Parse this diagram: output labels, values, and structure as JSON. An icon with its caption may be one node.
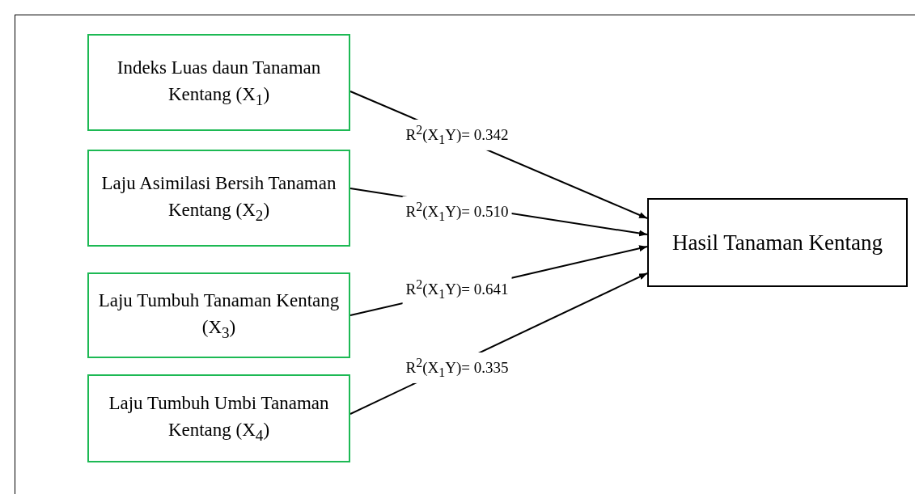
{
  "diagram": {
    "nodes": [
      {
        "text": [
          "Indeks Luas daun Tanaman Kentang (X$_{1}$)"
        ]
      },
      {
        "text": [
          "Laju Asimilasi Bersih Tanaman Kentang (X$_{2}$)"
        ]
      },
      {
        "text": [
          "Laju Tumbuh Tanaman Kentang (X$_{3}$)"
        ]
      },
      {
        "text": [
          "Laju Tumbuh Umbi Tanaman Kentang (X$_{4}$)"
        ]
      },
      {
        "text": [
          "Hasil Tanaman Kentang"
        ]
      }
    ],
    "edges": [
      {
        "from": 0,
        "to": 4,
        "arrow": "to",
        "label": "R$^{2}$(X$_{1}$Y)= 0.342"
      },
      {
        "from": 1,
        "to": 4,
        "arrow": "to",
        "label": "R$^{2}$(X$_{1}$Y)= 0.510"
      },
      {
        "from": 2,
        "to": 4,
        "arrow": "to",
        "label": "R$^{2}$(X$_{1}$Y)= 0.641"
      },
      {
        "from": 3,
        "to": 4,
        "arrow": "to",
        "label": "R$^{2}$(X$_{1}$Y)= 0.335"
      }
    ]
  }
}
